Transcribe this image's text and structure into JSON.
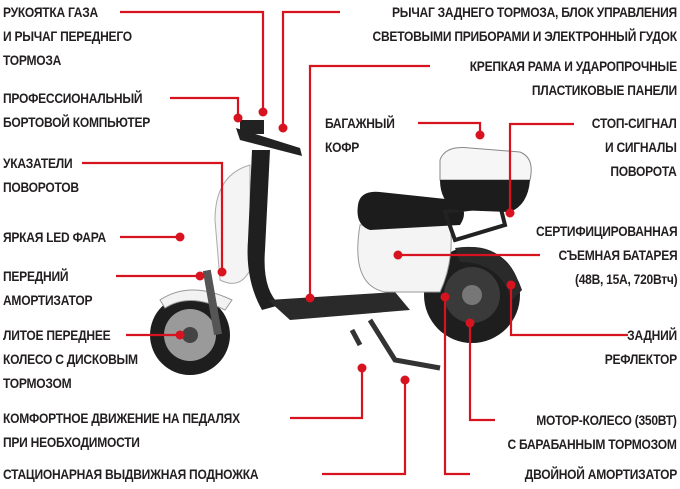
{
  "accent_color": "#d7131f",
  "labels": {
    "throttle": [
      "РУКОЯТКА ГАЗА",
      "И РЫЧАГ ПЕРЕДНЕГО",
      "ТОРМОЗА"
    ],
    "computer": [
      "ПРОФЕССИОНАЛЬНЫЙ",
      "БОРТОВОЙ КОМПЬЮТЕР"
    ],
    "turn_signals": [
      "УКАЗАТЕЛИ",
      "ПОВОРОТОВ"
    ],
    "headlight": [
      "ЯРКАЯ LED ФАРА"
    ],
    "front_shock": [
      "ПЕРЕДНИЙ",
      "АМОРТИЗАТОР"
    ],
    "front_wheel": [
      "ЛИТОЕ ПЕРЕДНЕЕ",
      "КОЛЕСО С ДИСКОВЫМ",
      "ТОРМОЗОМ"
    ],
    "pedals": [
      "КОМФОРТНОЕ ДВИЖЕНИЕ НА ПЕДАЛЯХ",
      "ПРИ НЕОБХОДИМОСТИ"
    ],
    "kickstand": [
      "СТАЦИОНАРНАЯ ВЫДВИЖНАЯ ПОДНОЖКА"
    ],
    "rear_brake": [
      "РЫЧАГ ЗАДНЕГО ТОРМОЗА, БЛОК УПРАВЛЕНИЯ",
      "СВЕТОВЫМИ ПРИБОРАМИ И ЭЛЕКТРОННЫЙ ГУДОК"
    ],
    "frame": [
      "КРЕПКАЯ РАМА И УДАРОПРОЧНЫЕ",
      "ПЛАСТИКОВЫЕ ПАНЕЛИ"
    ],
    "trunk": [
      "БАГАЖНЫЙ",
      "КОФР"
    ],
    "stop_signal": [
      "СТОП-СИГНАЛ",
      "И СИГНАЛЫ",
      "ПОВОРОТА"
    ],
    "battery": [
      "СЕРТИФИЦИРОВАННАЯ",
      "СЪЕМНАЯ БАТАРЕЯ",
      "(48В, 15А, 720Втч)"
    ],
    "rear_reflector": [
      "ЗАДНИЙ",
      "РЕФЛЕКТОР"
    ],
    "motor": [
      "МОТОР-КОЛЕСО (350ВТ)",
      "С БАРАБАННЫМ ТОРМОЗОМ"
    ],
    "dual_shock": [
      "ДВОЙНОЙ АМОРТИЗАТОР"
    ]
  }
}
